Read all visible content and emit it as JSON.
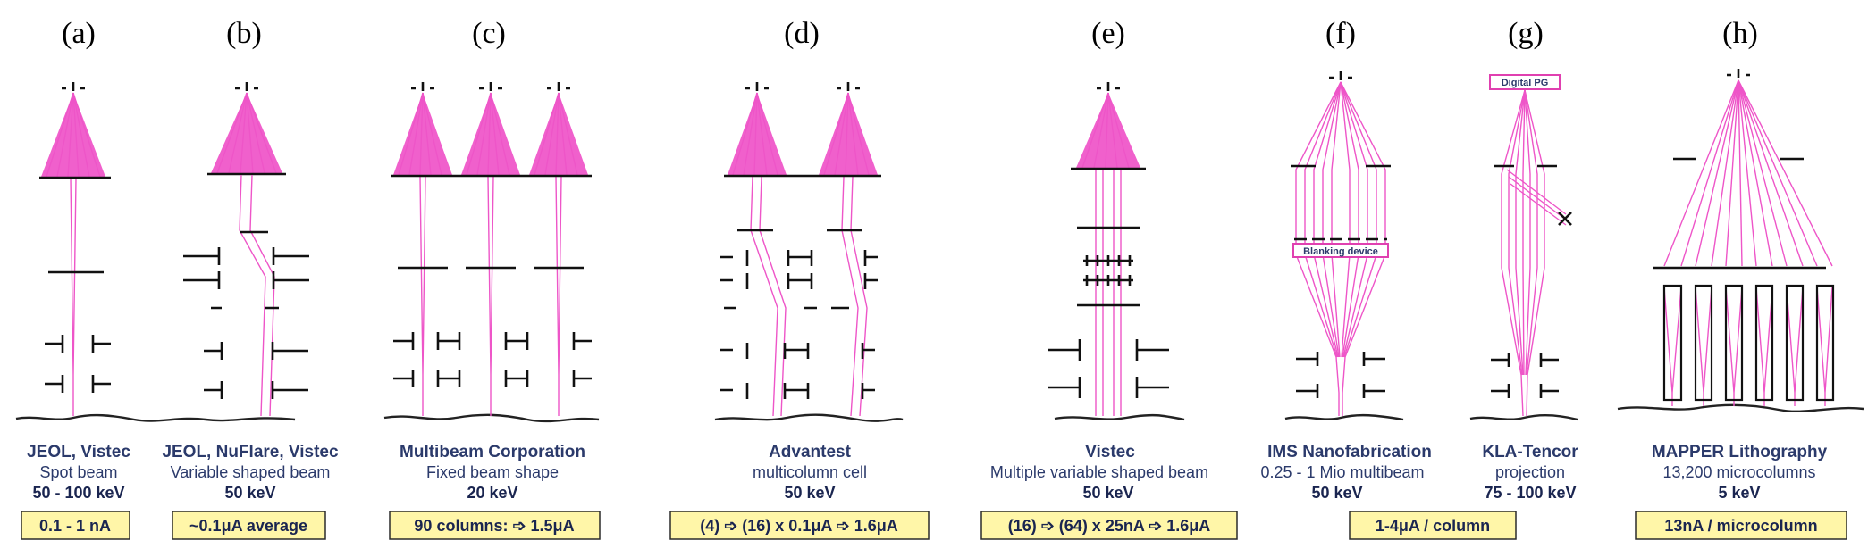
{
  "panels": [
    {
      "letter": "(a)",
      "name": "JEOL, Vistec",
      "desc": "Spot beam",
      "kev": "50 - 100 keV",
      "current": "0.1 - 1 nA"
    },
    {
      "letter": "(b)",
      "name": "JEOL, NuFlare, Vistec",
      "desc": "Variable shaped beam",
      "kev": "50 keV",
      "current": "~0.1μA average"
    },
    {
      "letter": "(c)",
      "name": "Multibeam Corporation",
      "desc": "Fixed beam shape",
      "kev": "20 keV",
      "current": "90 columns: ➩ 1.5μA"
    },
    {
      "letter": "(d)",
      "name": "Advantest",
      "desc": "multicolumn cell",
      "kev": "50 keV",
      "current": "(4) ➩ (16) x 0.1μA ➩ 1.6μA"
    },
    {
      "letter": "(e)",
      "name": "Vistec",
      "desc": "Multiple variable  shaped beam",
      "kev": "50 keV",
      "current": "(16) ➩ (64) x 25nA ➩ 1.6μA"
    },
    {
      "letter": "(f)",
      "name": "IMS Nanofabrication",
      "desc": "0.25 - 1 Mio multibeam",
      "kev": "50 keV"
    },
    {
      "letter": "(g)",
      "name": "KLA-Tencor",
      "desc": "projection",
      "kev": "75 - 100 keV"
    },
    {
      "letter": "(h)",
      "name": "MAPPER Lithography",
      "desc": "13,200 microcolumns",
      "kev": "5 keV",
      "current": "13nA / microcolumn"
    }
  ],
  "shared_current_fg": "1-4μA / column",
  "tags": {
    "blanking": "Blanking device",
    "digital_pg": "Digital PG"
  },
  "colors": {
    "beam": "#ee55c8",
    "text": "#2b3a6b",
    "box_fill": "#fff6a8"
  }
}
